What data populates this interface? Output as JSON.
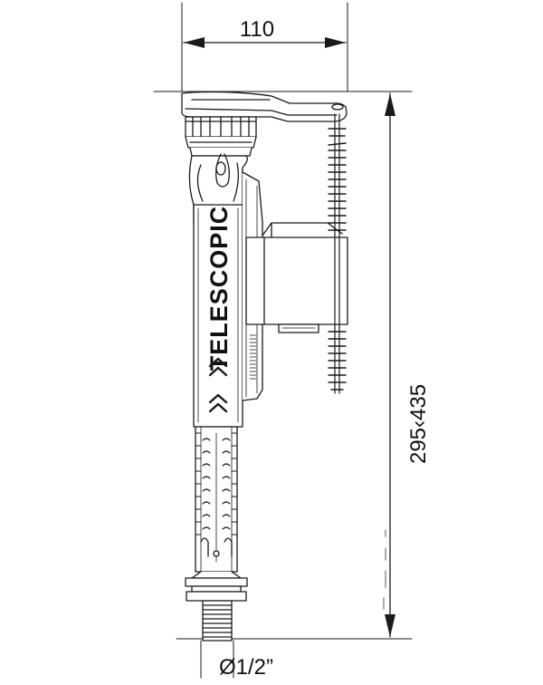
{
  "drawing": {
    "brand_label": "TELESCOPIC",
    "width_dimension": "110",
    "height_dimension": "295‹435",
    "thread_dimension": "Ø1/2”"
  },
  "colors": {
    "line": "#1a1a1a",
    "fill": "#ffffff"
  }
}
